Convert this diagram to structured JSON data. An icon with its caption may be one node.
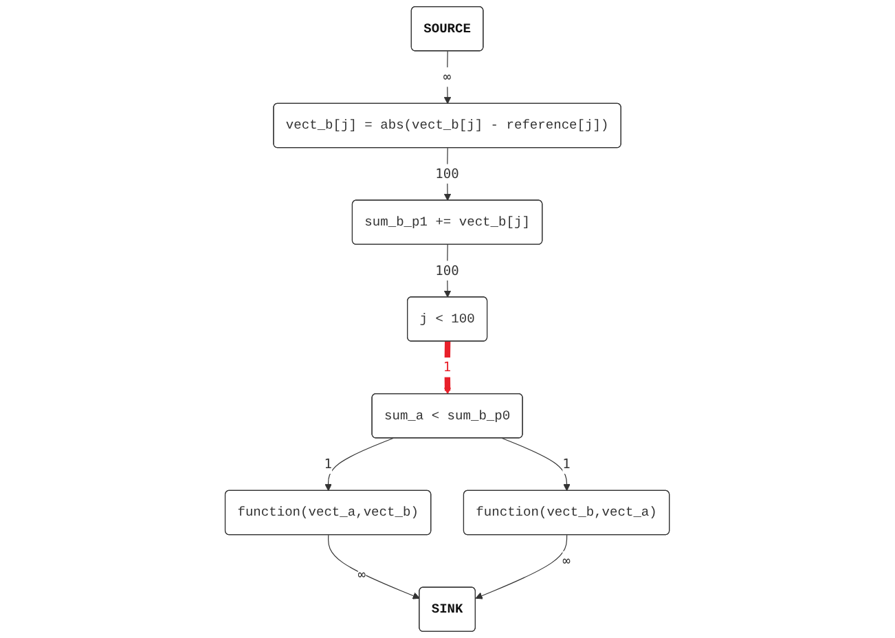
{
  "diagram": {
    "nodes": [
      {
        "text": [
          "SOURCE"
        ]
      },
      {
        "text": [
          "vect_b[j] = abs(vect_b[j] - reference[j])"
        ]
      },
      {
        "text": [
          "sum_b_p1 += vect_b[j]"
        ]
      },
      {
        "text": [
          "j < 100"
        ]
      },
      {
        "text": [
          "sum_a < sum_b_p0"
        ]
      },
      {
        "text": [
          "function(vect_a,vect_b)"
        ]
      },
      {
        "text": [
          "function(vect_b,vect_a)"
        ]
      },
      {
        "text": [
          "SINK"
        ]
      }
    ],
    "edges": [
      {
        "from": 0,
        "to": 1,
        "arrow": "to",
        "label": "∞"
      },
      {
        "from": 1,
        "to": 2,
        "arrow": "to",
        "label": "100"
      },
      {
        "from": 2,
        "to": 3,
        "arrow": "to",
        "label": "100"
      },
      {
        "from": 3,
        "to": 4,
        "arrow": "to",
        "label": "1",
        "style": "thick",
        "color": "#e8202a"
      },
      {
        "from": 4,
        "to": 5,
        "arrow": "to",
        "label": "1"
      },
      {
        "from": 4,
        "to": 6,
        "arrow": "to",
        "label": "1"
      },
      {
        "from": 5,
        "to": 7,
        "arrow": "to",
        "label": "∞"
      },
      {
        "from": 6,
        "to": 7,
        "arrow": "to",
        "label": "∞"
      }
    ]
  }
}
